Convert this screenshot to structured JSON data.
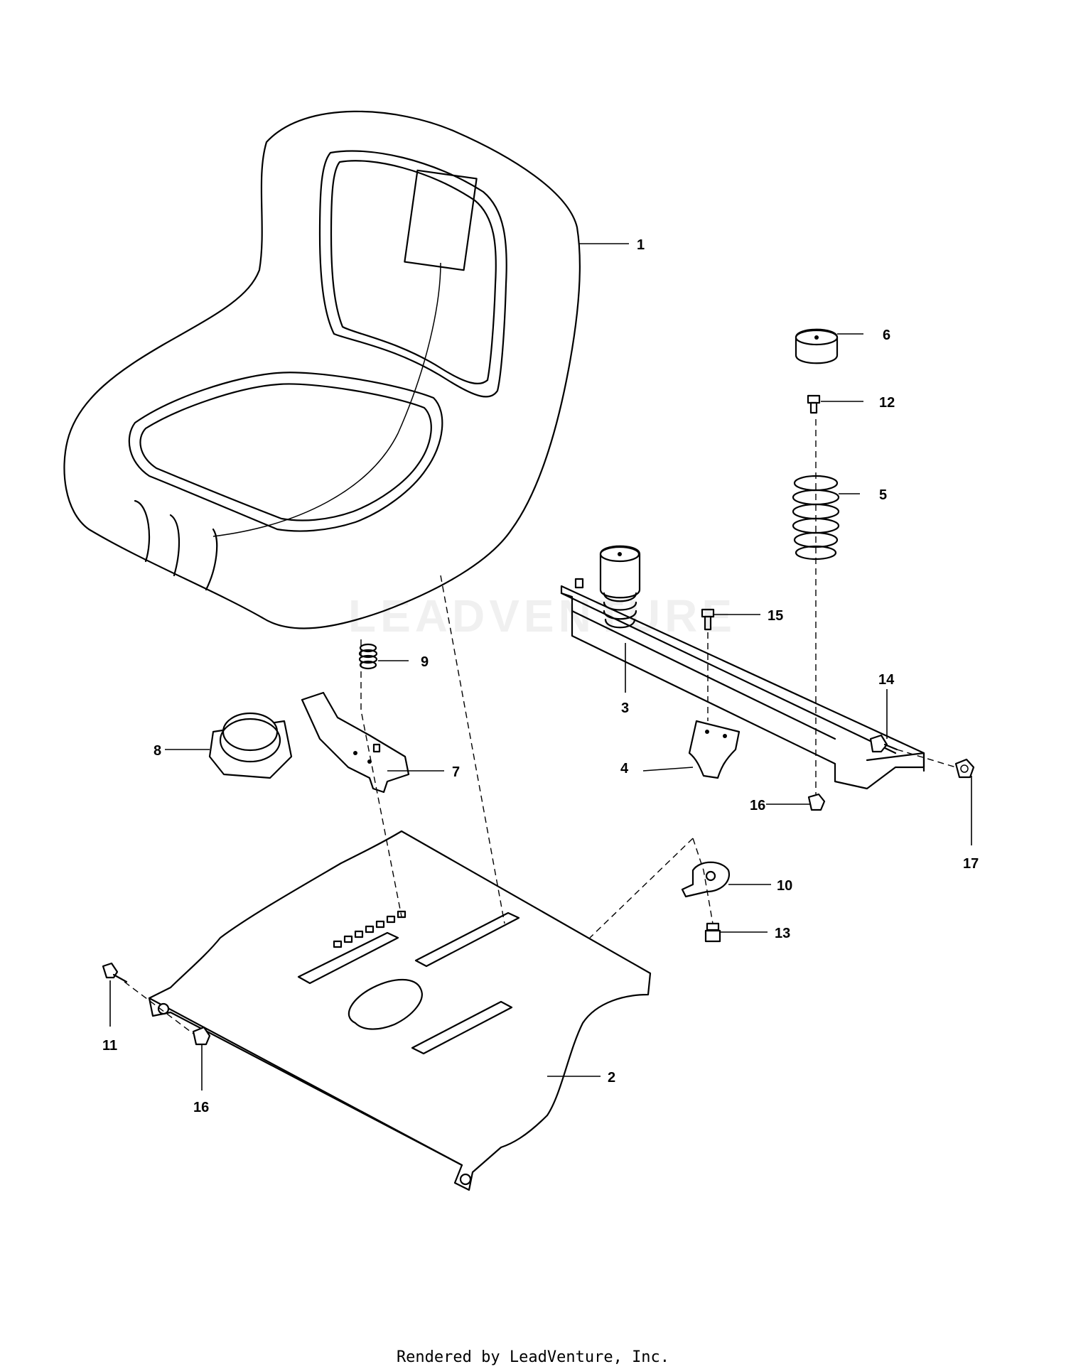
{
  "callouts": [
    {
      "id": "c1",
      "label": "1"
    },
    {
      "id": "c2",
      "label": "2"
    },
    {
      "id": "c3",
      "label": "3"
    },
    {
      "id": "c4",
      "label": "4"
    },
    {
      "id": "c5",
      "label": "5"
    },
    {
      "id": "c6",
      "label": "6"
    },
    {
      "id": "c7",
      "label": "7"
    },
    {
      "id": "c8",
      "label": "8"
    },
    {
      "id": "c9",
      "label": "9"
    },
    {
      "id": "c10",
      "label": "10"
    },
    {
      "id": "c11",
      "label": "11"
    },
    {
      "id": "c12",
      "label": "12"
    },
    {
      "id": "c13",
      "label": "13"
    },
    {
      "id": "c14",
      "label": "14"
    },
    {
      "id": "c15",
      "label": "15"
    },
    {
      "id": "c16a",
      "label": "16"
    },
    {
      "id": "c16b",
      "label": "16"
    },
    {
      "id": "c17",
      "label": "17"
    }
  ],
  "watermark": "LEADVENTURE",
  "footer": "Rendered by LeadVenture, Inc."
}
